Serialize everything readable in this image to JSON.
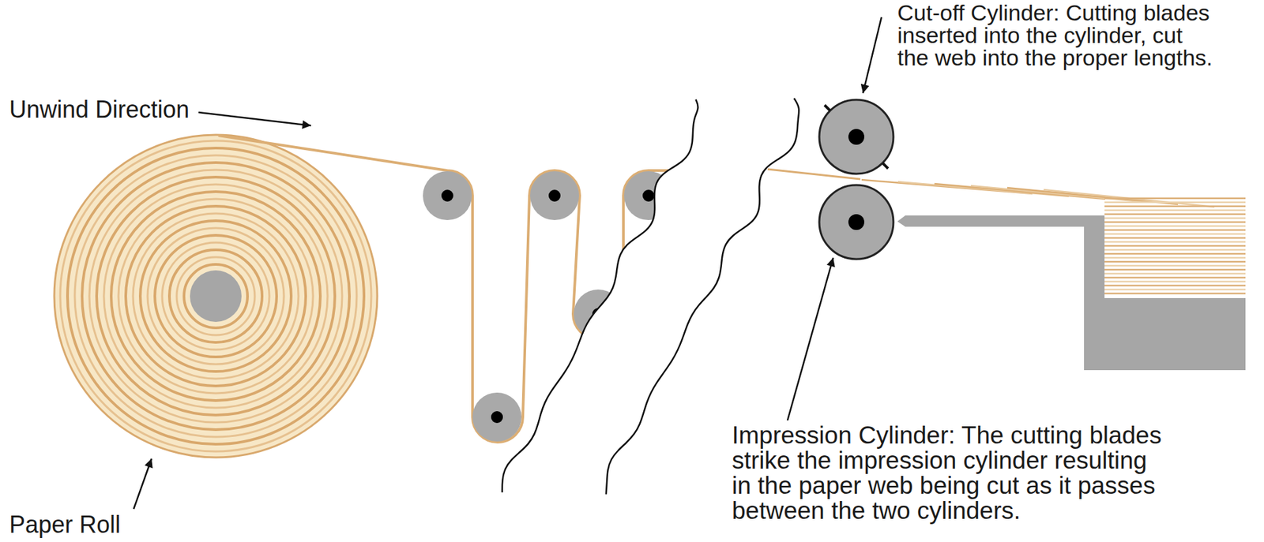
{
  "diagram": {
    "labels": [
      "Unwind Direction",
      "Paper Roll",
      "Cut-off Cylinder: Cutting blades inserted into the cylinder, cut the web into the proper lengths.",
      "Impression Cylinder: The cutting blades strike the impression cylinder resulting in the paper web being cut as it passes between the two cylinders."
    ]
  }
}
